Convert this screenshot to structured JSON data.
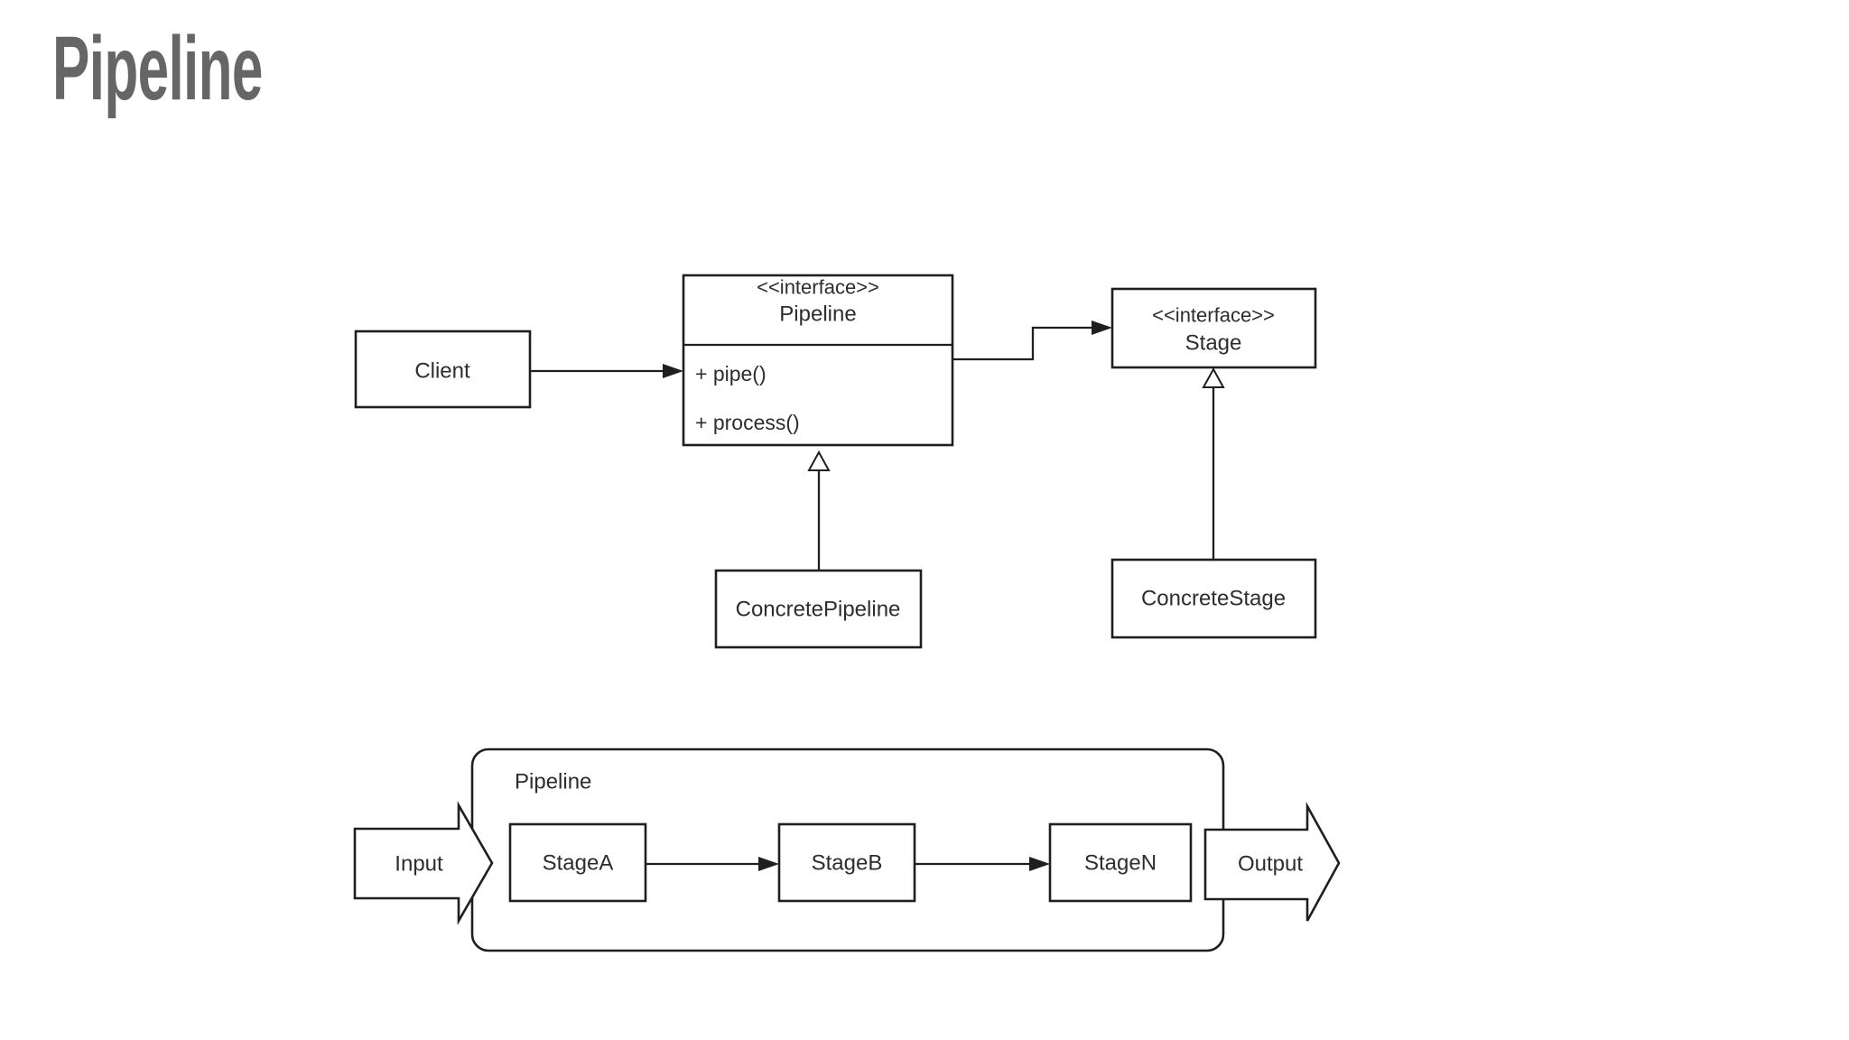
{
  "title": "Pipeline",
  "colors": {
    "title_text": "#666666",
    "diagram_stroke": "#1f1f1f",
    "diagram_text": "#2d2d2d",
    "shape_fill": "#ffffff",
    "background": "#ffffff"
  },
  "uml": {
    "client": {
      "label": "Client"
    },
    "pipeline": {
      "stereotype": "<<interface>>",
      "name": "Pipeline",
      "methods": [
        "+ pipe()",
        "+ process()"
      ]
    },
    "stage": {
      "stereotype": "<<interface>>",
      "name": "Stage"
    },
    "concrete_pipeline": {
      "label": "ConcretePipeline"
    },
    "concrete_stage": {
      "label": "ConcreteStage"
    }
  },
  "flow": {
    "container_label": "Pipeline",
    "input": {
      "label": "Input"
    },
    "stages": [
      {
        "label": "StageA"
      },
      {
        "label": "StageB"
      },
      {
        "label": "StageN"
      }
    ],
    "output": {
      "label": "Output"
    }
  }
}
